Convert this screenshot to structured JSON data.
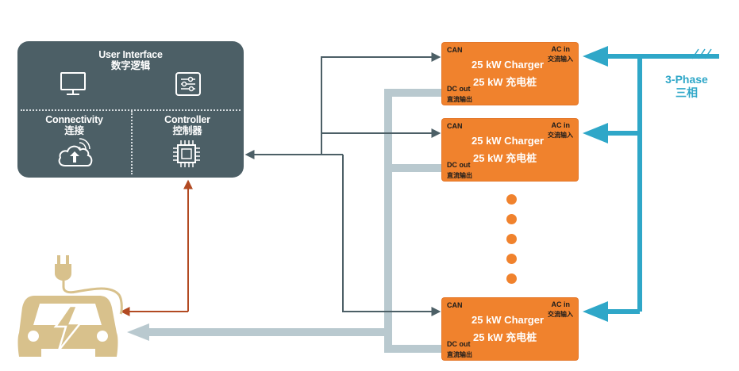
{
  "controller": {
    "user_interface_label": "User Interface",
    "user_interface_cn": "数字逻辑",
    "connectivity_label": "Connectivity",
    "connectivity_cn": "连接",
    "controller_label": "Controller",
    "controller_cn": "控制器"
  },
  "chargers": [
    {
      "can": "CAN",
      "ac_in": "AC in",
      "ac_in_cn": "交流输入",
      "title": "25 kW Charger",
      "title_cn": "25 kW 充电桩",
      "dc_out": "DC out",
      "dc_out_cn": "直流输出"
    },
    {
      "can": "CAN",
      "ac_in": "AC in",
      "ac_in_cn": "交流输入",
      "title": "25 kW Charger",
      "title_cn": "25 kW 充电桩",
      "dc_out": "DC out",
      "dc_out_cn": "直流输出"
    },
    {
      "can": "CAN",
      "ac_in": "AC in",
      "ac_in_cn": "交流输入",
      "title": "25 kW Charger",
      "title_cn": "25 kW 充电桩",
      "dc_out": "DC out",
      "dc_out_cn": "直流输出"
    }
  ],
  "grid": {
    "label": "3-Phase",
    "label_cn": "三相"
  },
  "icons": {
    "user_interface": [
      "monitor-icon",
      "sliders-icon"
    ],
    "connectivity": "cloud-upload-icon",
    "controller": "chip-icon",
    "vehicle": "ev-car-plug-icon"
  },
  "colors": {
    "panel": "#4c5f66",
    "charger": "#f0822d",
    "ac_line": "#2fa7c8",
    "dc_line": "#b9c9cf",
    "can_line": "#4c5f66",
    "vehicle_line": "#b24a22",
    "vehicle_icon": "#d8c18c"
  }
}
